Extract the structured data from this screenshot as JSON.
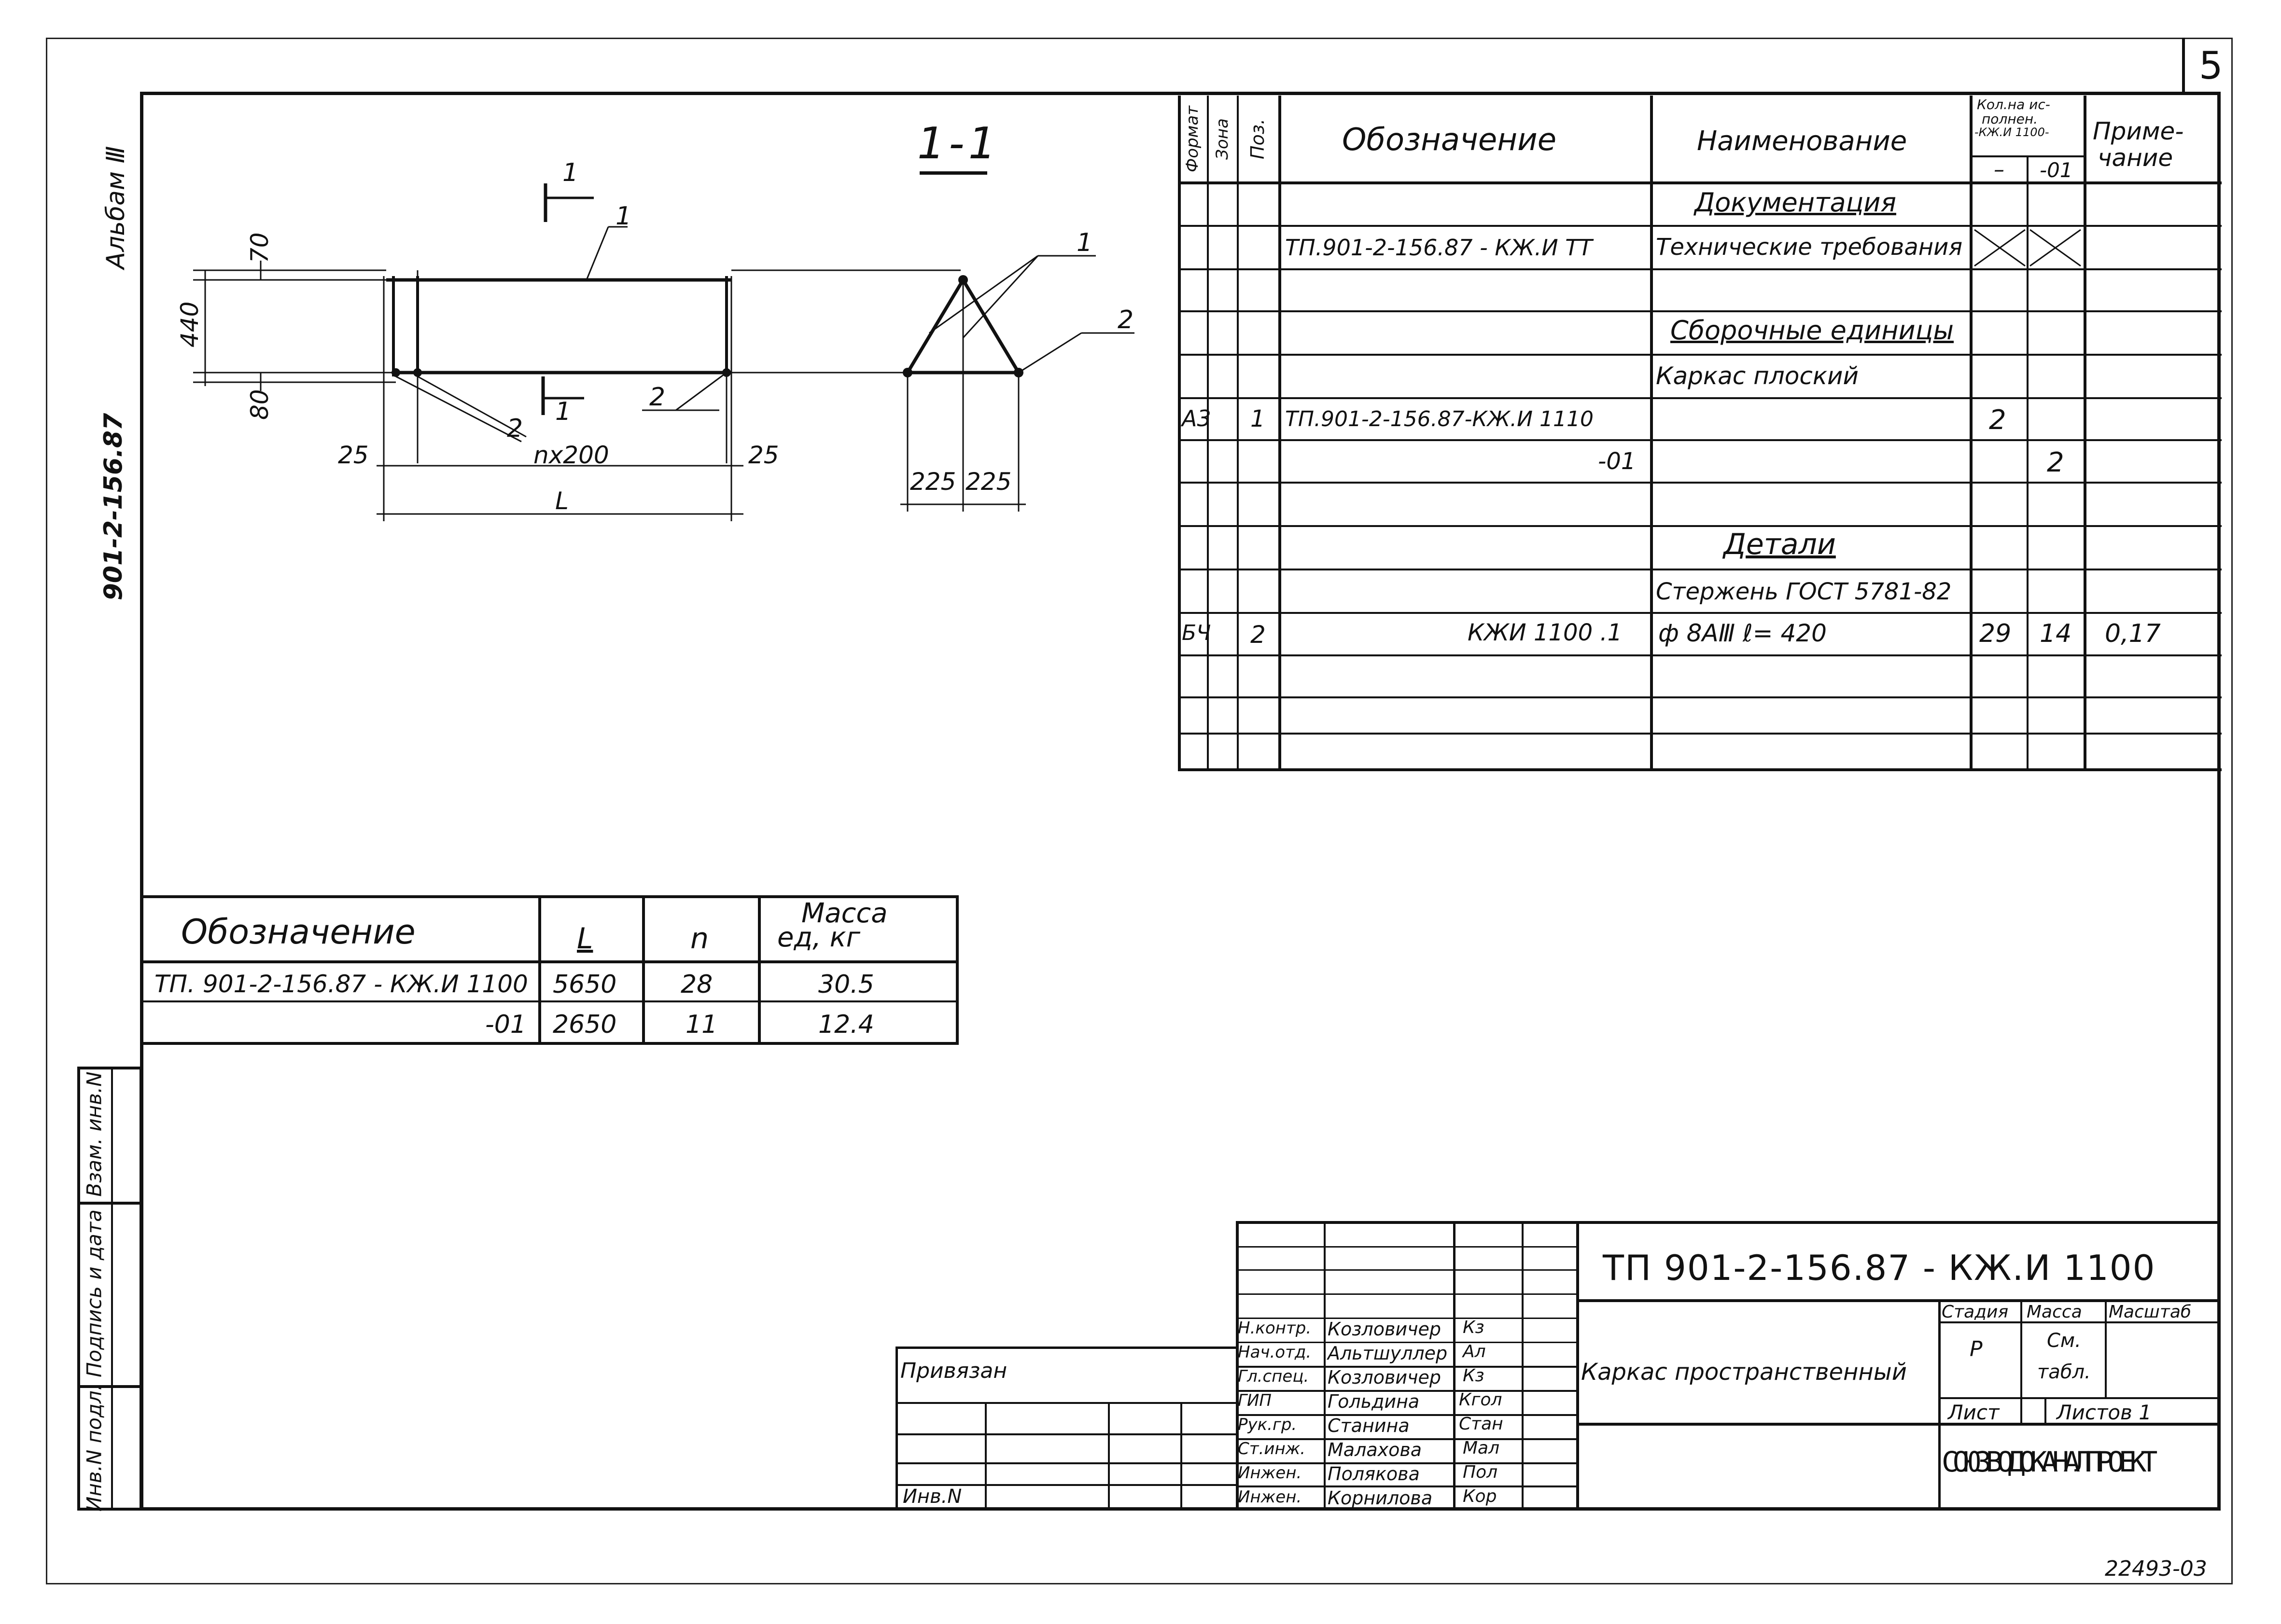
{
  "sheet_number": "5",
  "side_labels": {
    "album": "Альбам Ⅲ",
    "project": "901-2-156.87"
  },
  "section_title": "1-1",
  "drawing": {
    "section_mark": "1",
    "callouts": [
      "1",
      "1",
      "2",
      "2",
      "2",
      "1"
    ],
    "dims": {
      "d70": "70",
      "d440": "440",
      "d80": "80",
      "d25a": "25",
      "d25b": "25",
      "spacing": "nх200",
      "length": "L",
      "d225a": "225",
      "d225b": "225"
    }
  },
  "spec_table": {
    "headers": {
      "format": "Формат",
      "zone": "Зона",
      "pos": "Поз.",
      "designation": "Обозначение",
      "name": "Наименование",
      "qty_line1": "Кол.на ис-",
      "qty_line2": "полнен.",
      "qty_line3": "-КЖ.И 1100-",
      "qty_dash": "–",
      "qty_01": "-01",
      "note_line1": "Приме-",
      "note_line2": "чание"
    },
    "rows": [
      {
        "format": "",
        "zone": "",
        "pos": "",
        "designation": "",
        "name": "Документация",
        "q1": "",
        "q2": "",
        "note": "",
        "heading": true
      },
      {
        "format": "",
        "zone": "",
        "pos": "",
        "designation": "ТП.901-2-156.87 - КЖ.И ТТ",
        "name": "Технические требования",
        "q1": "",
        "q2": "",
        "note": "",
        "crossed": true
      },
      {
        "format": "",
        "zone": "",
        "pos": "",
        "designation": "",
        "name": "",
        "q1": "",
        "q2": "",
        "note": ""
      },
      {
        "format": "",
        "zone": "",
        "pos": "",
        "designation": "",
        "name": "Сборочные единицы",
        "q1": "",
        "q2": "",
        "note": "",
        "heading": true
      },
      {
        "format": "",
        "zone": "",
        "pos": "",
        "designation": "",
        "name": "Каркас  плоский",
        "q1": "",
        "q2": "",
        "note": ""
      },
      {
        "format": "А3",
        "zone": "",
        "pos": "1",
        "designation": "ТП.901-2-156.87-КЖ.И  1110",
        "name": "",
        "q1": "2",
        "q2": "",
        "note": ""
      },
      {
        "format": "",
        "zone": "",
        "pos": "",
        "designation": "-01",
        "name": "",
        "q1": "",
        "q2": "2",
        "note": ""
      },
      {
        "format": "",
        "zone": "",
        "pos": "",
        "designation": "",
        "name": "",
        "q1": "",
        "q2": "",
        "note": ""
      },
      {
        "format": "",
        "zone": "",
        "pos": "",
        "designation": "",
        "name": "Детали",
        "q1": "",
        "q2": "",
        "note": "",
        "heading": true
      },
      {
        "format": "",
        "zone": "",
        "pos": "",
        "designation": "",
        "name": "Стержень ГОСТ 5781-82",
        "q1": "",
        "q2": "",
        "note": ""
      },
      {
        "format": "БЧ",
        "zone": "",
        "pos": "2",
        "designation": "КЖИ 1100  .1",
        "name": "ф 8АⅢ    ℓ= 420",
        "q1": "29",
        "q2": "14",
        "note": "0,17"
      },
      {
        "format": "",
        "zone": "",
        "pos": "",
        "designation": "",
        "name": "",
        "q1": "",
        "q2": "",
        "note": ""
      },
      {
        "format": "",
        "zone": "",
        "pos": "",
        "designation": "",
        "name": "",
        "q1": "",
        "q2": "",
        "note": ""
      },
      {
        "format": "",
        "zone": "",
        "pos": "",
        "designation": "",
        "name": "",
        "q1": "",
        "q2": "",
        "note": ""
      }
    ]
  },
  "mass_table": {
    "headers": {
      "designation": "Обозначение",
      "L": "L",
      "n": "n",
      "mass_line1": "Масса",
      "mass_line2": "ед, кг"
    },
    "rows": [
      {
        "designation": "ТП. 901-2-156.87 - КЖ.И  1100",
        "L": "5650",
        "n": "28",
        "mass": "30.5"
      },
      {
        "designation": "-01",
        "L": "2650",
        "n": "11",
        "mass": "12.4"
      }
    ]
  },
  "left_stamp": {
    "vzam": "Взам. инв.N",
    "podpis": "Подпись и дата",
    "inv": "Инв.N подл."
  },
  "title_block": {
    "code": "ТП 901-2-156.87  -  КЖ.И  1100",
    "title": "Каркас пространственный",
    "stage_label": "Стадия",
    "mass_label": "Масса",
    "scale_label": "Масштаб",
    "stage": "Р",
    "mass_line1": "См.",
    "mass_line2": "табл.",
    "sheet_label": "Лист",
    "sheets_label": "Листов 1",
    "org": "СОЮЗВОДОКАНАЛПРОЕКТ",
    "privyazan": "Привязан",
    "inv_n": "Инв.N",
    "people": [
      {
        "role": "Н.контр.",
        "name": "Козловичер",
        "sign": "Кз"
      },
      {
        "role": "Нач.отд.",
        "name": "Альтшуллер",
        "sign": "Ал"
      },
      {
        "role": "Гл.спец.",
        "name": "Козловичер",
        "sign": "Кз"
      },
      {
        "role": "ГИП",
        "name": "Гольдина",
        "sign": "Кгол"
      },
      {
        "role": "Рук.гр.",
        "name": "Станина",
        "sign": "Стан"
      },
      {
        "role": "Ст.инж.",
        "name": "Малахова",
        "sign": "Мал"
      },
      {
        "role": "Инжен.",
        "name": "Полякова",
        "sign": "Пол"
      },
      {
        "role": "Инжен.",
        "name": "Корнилова",
        "sign": "Кор"
      }
    ]
  },
  "bottom_code": "22493-03"
}
